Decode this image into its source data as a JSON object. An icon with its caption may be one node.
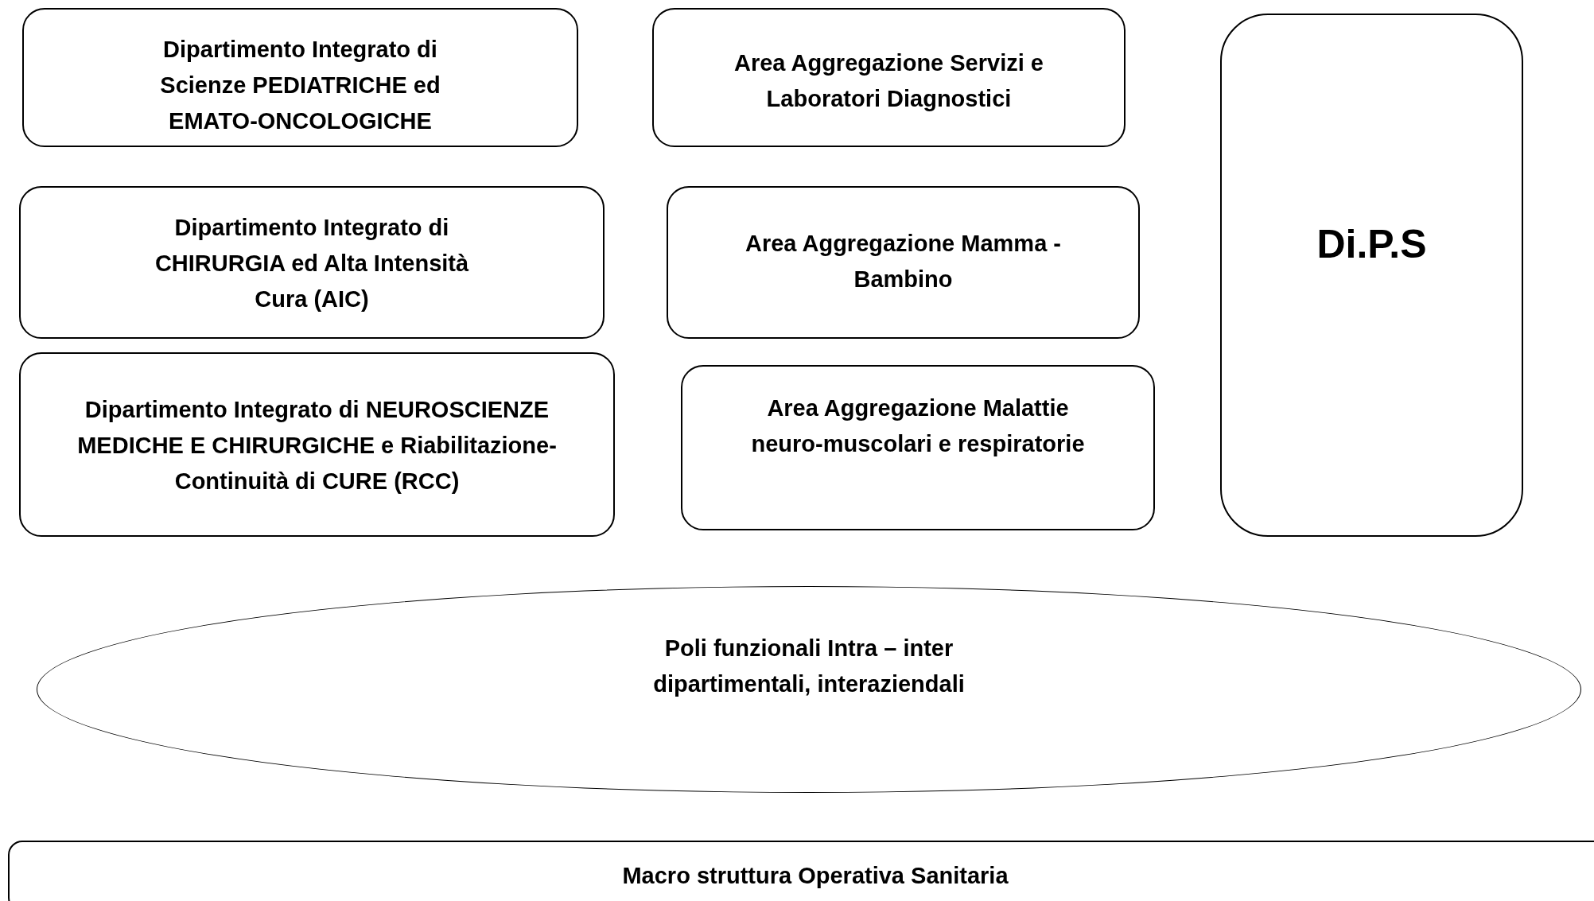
{
  "diagram": {
    "nodes": [
      {
        "text": [
          "Dipartimento Integrato di Scienze PEDIATRICHE ed EMATO-ONCOLOGICHE"
        ]
      },
      {
        "text": [
          "Area Aggregazione Servizi e Laboratori Diagnostici"
        ]
      },
      {
        "text": [
          "Di.P.S"
        ]
      },
      {
        "text": [
          "Dipartimento Integrato di CHIRURGIA ed Alta Intensità Cura (AIC)"
        ]
      },
      {
        "text": [
          "Area Aggregazione Mamma - Bambino"
        ]
      },
      {
        "text": [
          "Dipartimento Integrato di NEUROSCIENZE MEDICHE E CHIRURGICHE e Riabilitazione-Continuità di CURE (RCC)"
        ]
      },
      {
        "text": [
          "Area Aggregazione Malattie neuro-muscolari e respiratorie"
        ]
      },
      {
        "text": [
          "Poli funzionali Intra – inter dipartimentali, interaziendali"
        ]
      },
      {
        "text": [
          "Macro struttura Operativa Sanitaria"
        ]
      }
    ],
    "edges": []
  }
}
